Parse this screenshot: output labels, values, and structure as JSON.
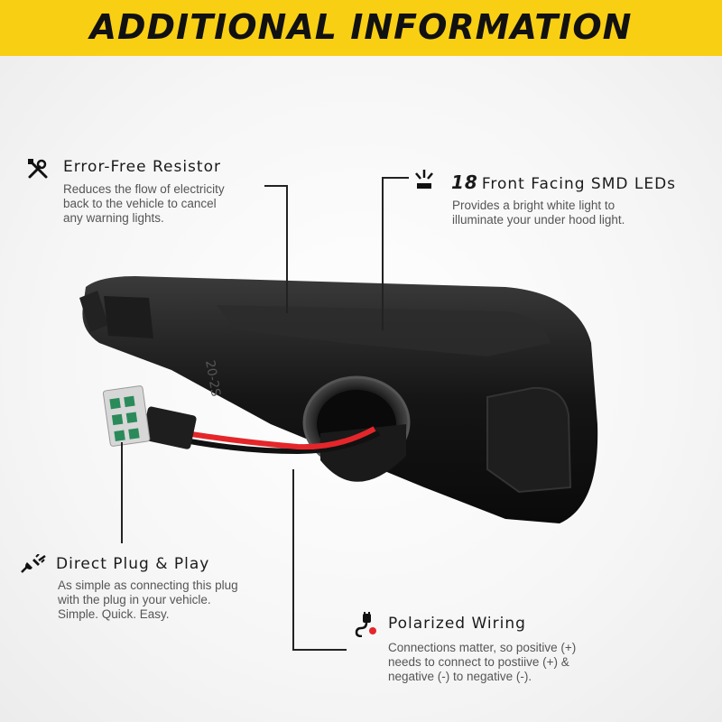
{
  "header": {
    "title": "ADDITIONAL INFORMATION"
  },
  "features": {
    "resistor": {
      "icon": "tools-icon",
      "title": "Error-Free Resistor",
      "desc": [
        "Reduces the flow of electricity",
        "back to the vehicle to cancel",
        "any warning lights."
      ]
    },
    "leds": {
      "icon": "light-icon",
      "count": "18",
      "title": "Front Facing SMD LEDs",
      "desc": [
        "Provides a bright white light to",
        "illuminate your under hood light."
      ]
    },
    "plug": {
      "icon": "plug-icon",
      "title": "Direct Plug & Play",
      "desc": [
        "As simple as connecting this plug",
        "with the plug in your vehicle.",
        "Simple. Quick. Easy."
      ]
    },
    "wiring": {
      "icon": "wiring-icon",
      "title": "Polarized Wiring",
      "desc": [
        "Connections matter, so positive (+)",
        "needs to connect to postiive (+) &",
        "negative (-) to negative (-)."
      ]
    }
  },
  "colors": {
    "banner": "#f9cf14",
    "wire_red": "#e4262a",
    "led_green": "#2a8a5a"
  }
}
